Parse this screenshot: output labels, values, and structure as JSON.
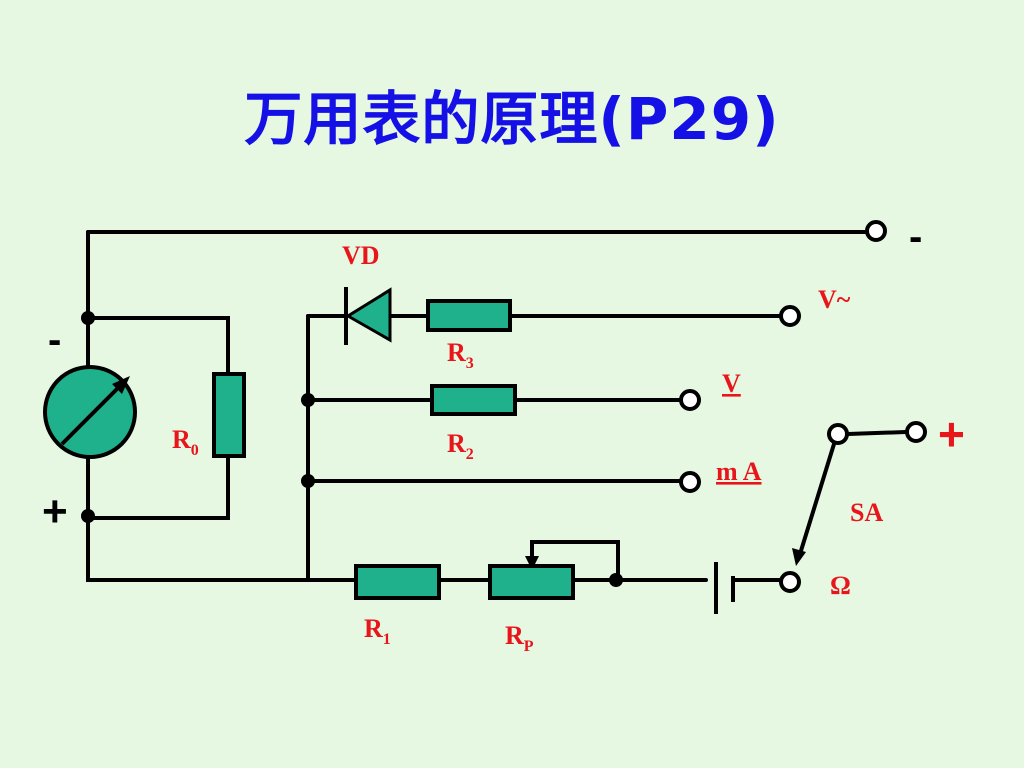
{
  "title": "万用表的原理(P29)",
  "colors": {
    "background": "#e6f7e2",
    "title": "#1410e6",
    "label": "#e8151b",
    "component": "#1fb18c"
  },
  "meter": {
    "minus": "-",
    "plus": "+"
  },
  "labels": {
    "r0": {
      "main": "R",
      "sub": "0"
    },
    "r1": {
      "main": "R",
      "sub": "1"
    },
    "r2": {
      "main": "R",
      "sub": "2"
    },
    "r3": {
      "main": "R",
      "sub": "3"
    },
    "rp": {
      "main": "R",
      "sub": "P"
    },
    "vd": "VD",
    "v_ac": "V~",
    "v_dc": "V",
    "ma": "m A",
    "sa": "SA",
    "ohm": "Ω",
    "out_minus": "-",
    "out_plus": "+"
  }
}
